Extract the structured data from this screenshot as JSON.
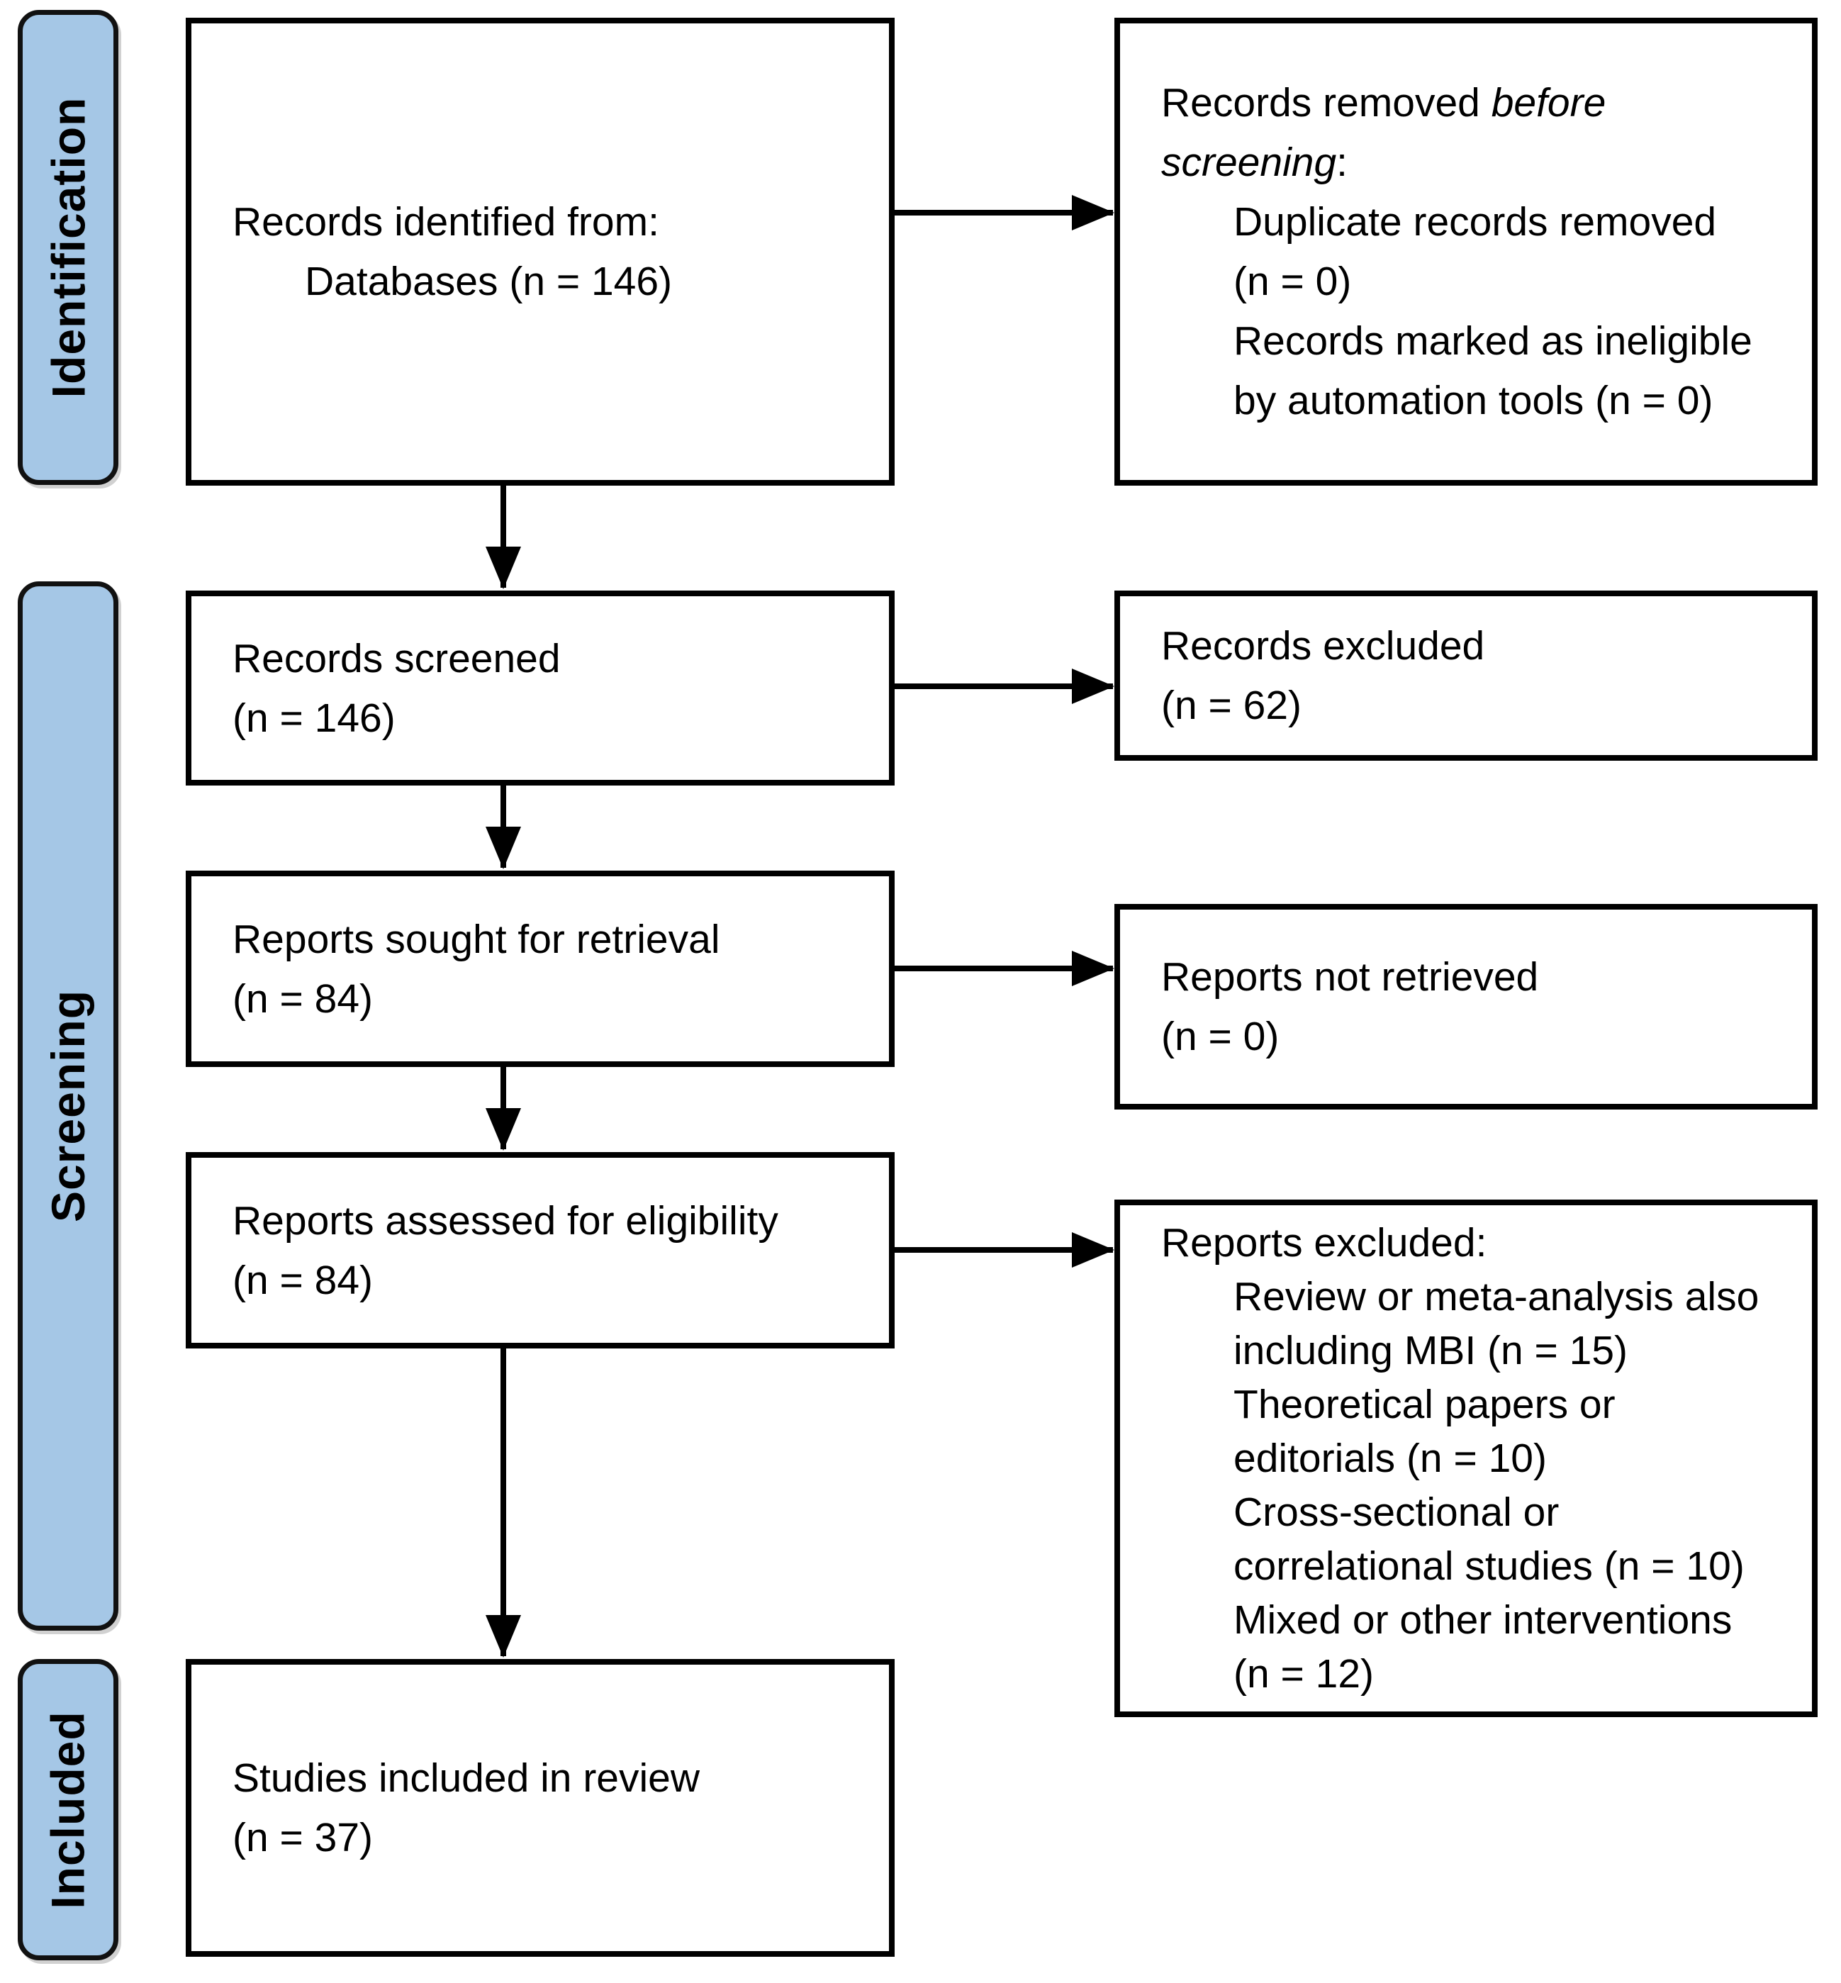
{
  "stages": {
    "identification": "Identification",
    "screening": "Screening",
    "included": "Included"
  },
  "boxes": {
    "records_identified": {
      "line1": "Records identified from:",
      "line2": "Databases (n = 146)"
    },
    "records_removed": {
      "line1_text": "Records removed ",
      "line1_italic": "before",
      "line2_italic": "screening",
      "line2_text": ":",
      "item1_line1": "Duplicate records removed",
      "item1_line2": "(n = 0)",
      "item2_line1": "Records marked as ineligible",
      "item2_line2": "by automation tools (n = 0)"
    },
    "records_screened": {
      "line1": "Records screened",
      "line2": "(n = 146)"
    },
    "records_excluded": {
      "line1": "Records excluded",
      "line2": "(n = 62)"
    },
    "reports_sought": {
      "line1": "Reports sought for retrieval",
      "line2": "(n = 84)"
    },
    "reports_not_retrieved": {
      "line1": "Reports not retrieved",
      "line2": "(n = 0)"
    },
    "reports_assessed": {
      "line1": "Reports assessed for eligibility",
      "line2": "(n = 84)"
    },
    "reports_excluded": {
      "title": "Reports excluded:",
      "item1_line1": "Review or meta-analysis also",
      "item1_line2": "including MBI (n = 15)",
      "item2_line1": "Theoretical papers or",
      "item2_line2": "editorials (n = 10)",
      "item3_line1": "Cross-sectional or",
      "item3_line2": "correlational studies (n = 10)",
      "item4_line1": "Mixed or other interventions",
      "item4_line2": "(n = 12)"
    },
    "studies_included": {
      "line1": "Studies included in review",
      "line2": "(n = 37)"
    }
  },
  "colors": {
    "stage_fill": "#A5C7E6",
    "stage_border": "#111111",
    "box_border": "#000000",
    "arrow": "#000000",
    "text": "#000000",
    "background": "#FFFFFF"
  }
}
